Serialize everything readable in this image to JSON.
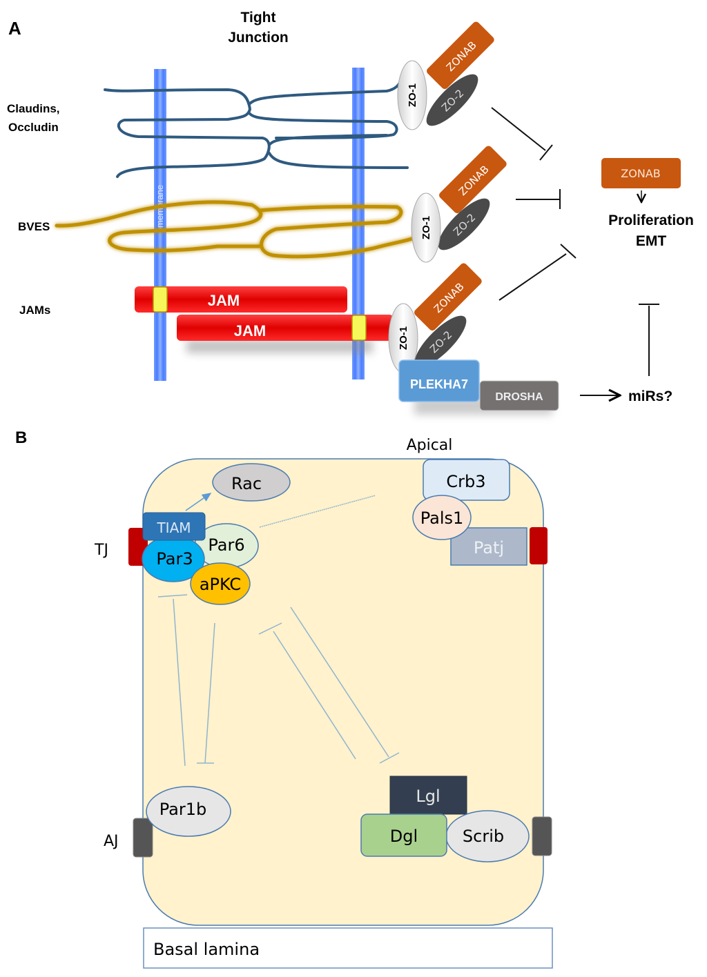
{
  "panel_a": {
    "label": "A",
    "title_line1": "Tight",
    "title_line2": "Junction",
    "row_labels": {
      "claudins_line1": "Claudins,",
      "claudins_line2": "Occludin",
      "bves": "BVES",
      "jams": "JAMs"
    },
    "membrane_text": "membrane",
    "complexes": [
      {
        "zo1": "ZO-1",
        "zonab": "ZONAB",
        "zo2": "ZO-2"
      },
      {
        "zo1": "ZO-1",
        "zonab": "ZONAB",
        "zo2": "ZO-2"
      },
      {
        "zo1": "ZO-1",
        "zonab": "ZONAB",
        "zo2": "ZO-2"
      }
    ],
    "jam_top": "JAM",
    "jam_bottom": "JAM",
    "plekha7": "PLEKHA7",
    "drosha": "DROSHA",
    "mirs": "miRs?",
    "target_box": "ZONAB",
    "outcome_line1": "Proliferation",
    "outcome_line2": "EMT",
    "colors": {
      "membrane": "#5b8cff",
      "claudin": "#2f5a80",
      "bves": "#c09000",
      "jam": "#ee0000",
      "zonab": "#c8570f",
      "zo2": "#4a4a4a",
      "plekha7": "#5b9bd5",
      "drosha": "#757171"
    }
  },
  "panel_b": {
    "label": "B",
    "apical": "Apical",
    "tj": "TJ",
    "aj": "AJ",
    "proteins": {
      "rac": "Rac",
      "tiam": "TIAM",
      "par3": "Par3",
      "par6": "Par6",
      "apkc": "aPKC",
      "crb3": "Crb3",
      "pals1": "Pals1",
      "patj": "Patj",
      "par1b": "Par1b",
      "lgl": "Lgl",
      "dgl": "Dgl",
      "scrib": "Scrib"
    },
    "basal_lamina": "Basal lamina",
    "colors": {
      "cell": "#fff2cc",
      "cell_border": "#4a7ab0",
      "tj_marker": "#c00000",
      "aj_marker": "#555555",
      "rac": "#d0cece",
      "tiam": "#2e75b6",
      "par3": "#00b0f0",
      "par6": "#e2f0d9",
      "apkc": "#ffc000",
      "crb3": "#deebf7",
      "pals1": "#fbe5d6",
      "patj": "#adb9ca",
      "par1b": "#e7e6e6",
      "lgl": "#333f50",
      "dgl": "#a9d18e",
      "scrib": "#e7e6e6"
    }
  }
}
